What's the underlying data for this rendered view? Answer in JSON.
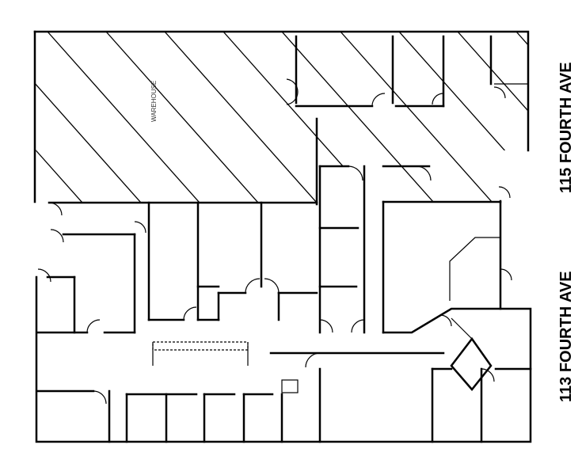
{
  "plan": {
    "labels": {
      "building_115": "115 FOURTH AVE",
      "building_113": "113 FOURTH AVE",
      "warehouse": "WAREHOUSE"
    },
    "colors": {
      "line": "#000000",
      "background": "#ffffff"
    }
  }
}
